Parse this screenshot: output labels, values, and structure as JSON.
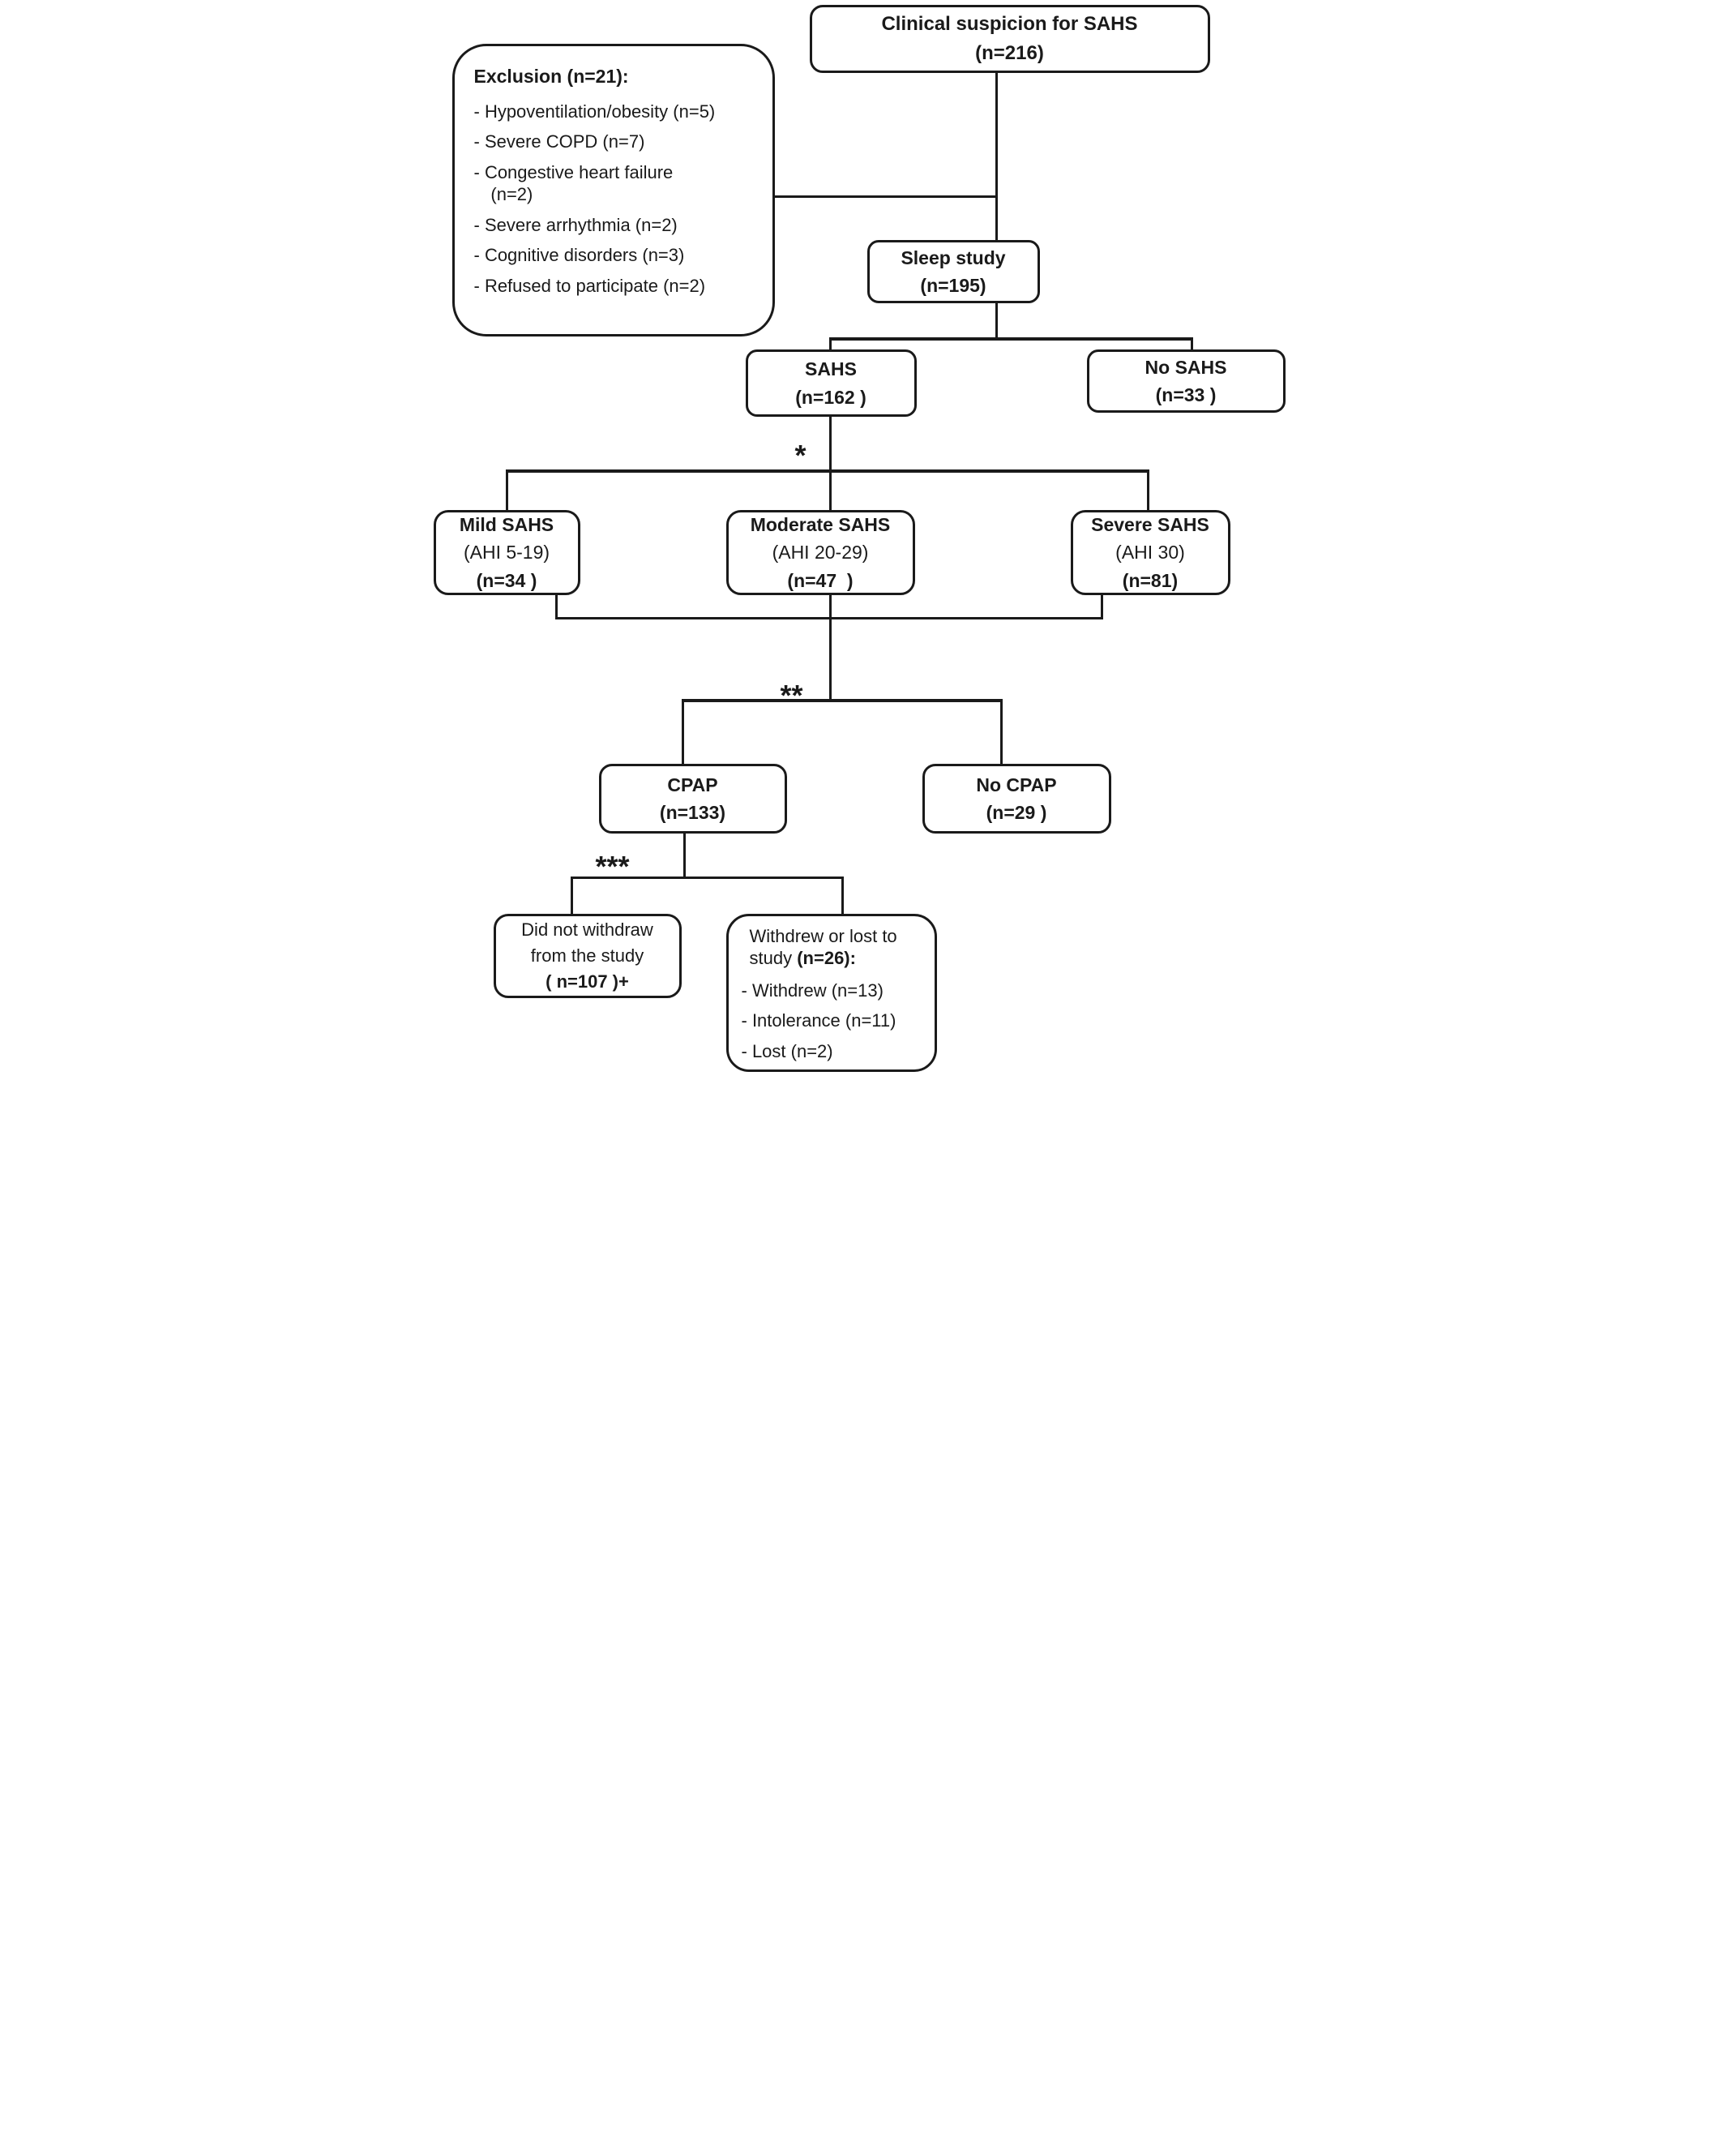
{
  "figure": {
    "colors": {
      "line": "#1a1a1a",
      "background": "#ffffff",
      "text": "#1a1a1a"
    },
    "boxes": {
      "clinical_suspicion": {
        "title": "Clinical suspicion for SAHS",
        "n": "(n=216)"
      },
      "exclusion": {
        "title": "Exclusion (n=21):",
        "items": [
          "- Hypoventilation/obesity (n=5)",
          "- Severe COPD (n=7)",
          "- Congestive heart failure\n(n=2)",
          "- Severe arrhythmia (n=2)",
          "- Cognitive disorders (n=3)",
          "- Refused to participate (n=2)"
        ]
      },
      "sleep_study": {
        "title": "Sleep study",
        "n": "(n=195)"
      },
      "sahs": {
        "title": "SAHS",
        "n": "(n=162 )"
      },
      "no_sahs": {
        "title": "No SAHS",
        "n": "(n=33 )"
      },
      "mild_sahs": {
        "title": "Mild SAHS",
        "ahi": "(AHI 5-19)",
        "n": "(n=34 )"
      },
      "moderate_sahs": {
        "title": "Moderate SAHS",
        "ahi": "(AHI 20-29)",
        "n": "(n=47  )"
      },
      "severe_sahs": {
        "title": "Severe SAHS",
        "ahi": "(AHI 30)",
        "n": "(n=81)"
      },
      "cpap": {
        "title": "CPAP",
        "n": "(n=133)"
      },
      "no_cpap": {
        "title": "No CPAP",
        "n": "(n=29 )"
      },
      "did_not_withdraw": {
        "line1": "Did not withdraw",
        "line2": "from the study",
        "n": "( n=107 )+"
      },
      "withdrew_or_lost": {
        "intro": "Withdrew or lost to study",
        "n_bold": "(n=26):",
        "items": [
          "- Withdrew (n=13)",
          "- Intolerance (n=11)",
          "- Lost (n=2)"
        ]
      }
    },
    "annotations": {
      "severity_split_note": "*",
      "cpap_split_note": "**",
      "withdraw_split_note": "***"
    }
  }
}
